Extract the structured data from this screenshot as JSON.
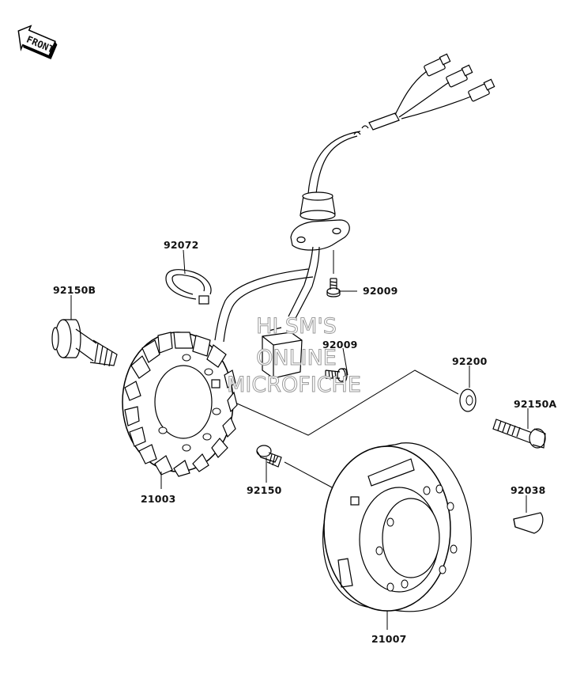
{
  "front_badge": "FRONT",
  "watermark": {
    "line1": "HI SM'S",
    "line2": "ONLINE",
    "line3": "MICROFICHE"
  },
  "labels": {
    "p92072": "92072",
    "p92150B": "92150B",
    "p92009a": "92009",
    "p92009b": "92009",
    "p92200": "92200",
    "p92150A": "92150A",
    "p21003": "21003",
    "p92150": "92150",
    "p92038": "92038",
    "p21007": "21007"
  }
}
